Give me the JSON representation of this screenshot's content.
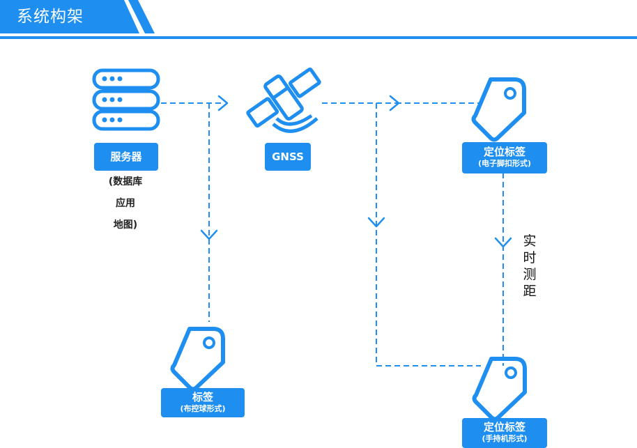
{
  "header": {
    "title": "系统构架"
  },
  "nodes": {
    "server": {
      "label": "服务器",
      "caption": [
        "(数据库",
        "应用",
        "地图)"
      ]
    },
    "gnss": {
      "label": "GNSS"
    },
    "tag_ankle": {
      "label": "定位标签",
      "sub": "(电子脚扣形式)"
    },
    "tag_ball": {
      "label": "标签",
      "sub": "(布控球形式)"
    },
    "tag_handheld": {
      "label": "定位标签",
      "sub": "(手持机形式)"
    }
  },
  "annotation": {
    "chars": [
      "实",
      "时",
      "测",
      "距"
    ]
  },
  "colors": {
    "accent": "#1e8ff0",
    "text": "#222222"
  },
  "icons": [
    "server-icon",
    "satellite-icon",
    "tag-icon"
  ]
}
